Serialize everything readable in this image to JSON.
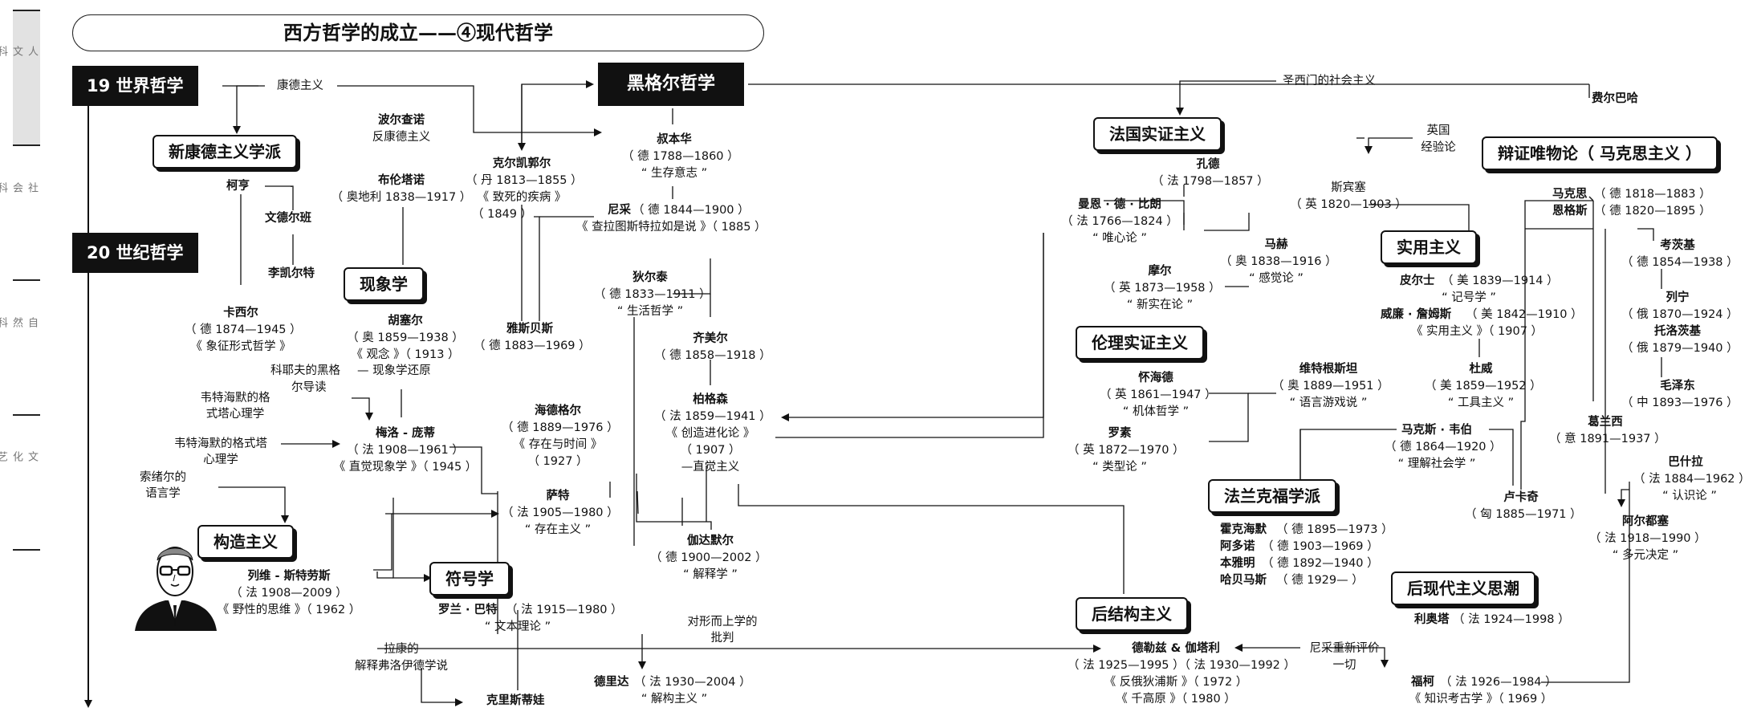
{
  "sidebar": [
    "人文科学",
    "社会科学",
    "自然科学",
    "文化艺术"
  ],
  "title": "西方哲学的成立——④现代哲学",
  "eras": {
    "c19": "19 世界哲学",
    "c20": "20 世纪哲学"
  },
  "hegel": "黑格尔哲学",
  "schools": {
    "neokant": "新康德主义学派",
    "phenom": "现象学",
    "structural": "构造主义",
    "semiotics": "符号学",
    "french_positivism": "法国实证主义",
    "ethical_positivism": "伦理实证主义",
    "pragmatism": "实用主义",
    "frankfurt": "法兰克福学派",
    "poststructural": "后结构主义",
    "postmodern": "后现代主义思潮",
    "dialectical": "辩证唯物论（ 马克思主义 ）"
  },
  "labels": {
    "kantism": "康德主义",
    "bolzano": "波尔查诺",
    "anti_kant": "反康德主义",
    "brentano": "布伦塔诺",
    "brentano_d": "（ 奥地利 1838—1917 ）",
    "cohen": "柯亨",
    "windelband": "文德尔班",
    "rickert": "李凯尔特",
    "cassirer": "卡西尔",
    "cassirer_d1": "（ 德 1874—1945 ）",
    "cassirer_d2": "《 象征形式哲学 》",
    "husserl": "胡塞尔",
    "husserl_d1": "（ 奥 1859—1938 ）",
    "husserl_d2": "《 观念 》（ 1913 ）",
    "koyre": "科耶夫的黑格",
    "koyre2": "尔导读",
    "phen_restore": "— 现象学还原",
    "gestalt1": "韦特海默的格",
    "gestalt1b": "式塔心理学",
    "gestalt2": "韦特海默的格式塔",
    "gestalt2b": "心理学",
    "merleau": "梅洛 - 庞蒂",
    "merleau_d1": "（ 法 1908—1961 ）",
    "merleau_d2": "《 直觉现象学 》（ 1945 ）",
    "saussure": "索绪尔的",
    "saussure2": "语言学",
    "levi": "列维 - 斯特劳斯",
    "levi_d1": "（ 法 1908—2009 ）",
    "levi_d2": "《 野性的思维 》（ 1962 ）",
    "barthes": "罗兰 · 巴特",
    "barthes_d1": "（ 法 1915—1980 ）",
    "barthes_d2": "“ 文本理论 ”",
    "lacan": "拉康的",
    "lacan2": "解释弗洛伊德学说",
    "kristeva": "克里斯蒂娃",
    "kierkegaard": "克尔凯郭尔",
    "kierkegaard_d1": "（ 丹 1813—1855 ）",
    "kierkegaard_d2": "《 致死的疾病 》",
    "kierkegaard_d3": "（ 1849 ）",
    "jaspers": "雅斯贝斯",
    "jaspers_d": "（ 德 1883—1969 ）",
    "schopenhauer": "叔本华",
    "schopenhauer_d1": "（ 德 1788—1860 ）",
    "schopenhauer_d2": "“ 生存意志 ”",
    "nietzsche": "尼采",
    "nietzsche_d1": "（ 德 1844—1900 ）",
    "nietzsche_d2": "《 查拉图斯特拉如是说 》（ 1885 ）",
    "dilthey": "狄尔泰",
    "dilthey_d1": "（ 德 1833—1911 ）",
    "dilthey_d2": "“ 生活哲学 ”",
    "simmel": "齐美尔",
    "simmel_d": "（ 德 1858—1918 ）",
    "bergson": "柏格森",
    "bergson_d1": "（ 法 1859—1941 ）",
    "bergson_d2": "《 创造进化论 》",
    "bergson_d3": "（ 1907 ）",
    "bergson_d4": "—直觉主义",
    "heidegger": "海德格尔",
    "heidegger_d1": "（ 德 1889—1976 ）",
    "heidegger_d2": "《 存在与时间 》",
    "heidegger_d3": "（ 1927 ）",
    "sartre": "萨特",
    "sartre_d1": "（ 法 1905—1980 ）",
    "sartre_d2": "“ 存在主义 ”",
    "gadamer": "伽达默尔",
    "gadamer_d1": "（ 德 1900—2002 ）",
    "gadamer_d2": "“ 解释学 ”",
    "anti_meta": "对形而上学的",
    "anti_meta2": "批判",
    "derrida": "德里达",
    "derrida_d1": "（ 法 1930—2004 ）",
    "derrida_d2": "“ 解构主义 ”",
    "saint_simon": "圣西门的社会主义",
    "feuerbach": "费尔巴哈",
    "comte": "孔德",
    "comte_d": "（ 法 1798—1857 ）",
    "maine": "曼恩 · 德 · 比朗",
    "maine_d1": "（ 法 1766—1824 ）",
    "maine_d2": "“ 唯心论 ”",
    "english": "英国",
    "english2": "经验论",
    "spencer": "斯宾塞",
    "spencer_d": "（ 英 1820—1903 ）",
    "mach": "马赫",
    "mach_d1": "（ 奥 1838—1916 ）",
    "mach_d2": "“ 感觉论 ”",
    "moore": "摩尔",
    "moore_d1": "（ 英 1873—1958 ）",
    "moore_d2": "“ 新实在论 ”",
    "whitehead": "怀海德",
    "whitehead_d1": "（ 英 1861—1947 ）",
    "whitehead_d2": "“ 机体哲学 ”",
    "wittgenstein": "维特根斯坦",
    "wittgenstein_d1": "（ 奥 1889—1951 ）",
    "wittgenstein_d2": "“ 语言游戏说 ”",
    "russell": "罗素",
    "russell_d1": "（ 英 1872—1970 ）",
    "russell_d2": "“ 类型论 ”",
    "peirce": "皮尔士",
    "peirce_d1": "（ 美 1839—1914 ）",
    "peirce_d2": "“ 记号学 ”",
    "james": "威廉 · 詹姆斯",
    "james_d1": "（ 美 1842—1910 ）",
    "james_d2": "《 实用主义 》（ 1907 ）",
    "dewey": "杜威",
    "dewey_d1": "（ 美 1859—1952 ）",
    "dewey_d2": "“ 工具主义 ”",
    "weber": "马克斯 · 韦伯",
    "weber_d1": "（ 德 1864—1920 ）",
    "weber_d2": "“ 理解社会学 ”",
    "horkheimer": "霍克海默",
    "horkheimer_d": "（ 德 1895—1973 ）",
    "adorno": "阿多诺",
    "adorno_d": "（ 德 1903—1969 ）",
    "benjamin": "本雅明",
    "benjamin_d": "（ 德 1892—1940 ）",
    "habermas": "哈贝马斯",
    "habermas_d": "（ 德 1929— ）",
    "deleuze": "德勒兹 & 伽塔利",
    "deleuze_d1": "（ 法 1925—1995 ）（ 法 1930—1992 ）",
    "deleuze_d2": "《 反俄狄浦斯 》（ 1972 ）",
    "deleuze_d3": "《 千高原 》（ 1980 ）",
    "nietzsche_re": "尼采重新评价",
    "nietzsche_re2": "一切",
    "foucault": "福柯",
    "foucault_d1": "（ 法 1926—1984 ）",
    "foucault_d2": "《 知识考古学 》（ 1969 ）",
    "lyotard": "利奥塔",
    "lyotard_d": "（ 法 1924—1998 ）",
    "marx": "马克思",
    "marx_d": "（ 德 1818—1883 ）",
    "engels": "恩格斯",
    "engels_d": "（ 德 1820—1895 ）",
    "kautsky": "考茨基",
    "kautsky_d": "（ 德 1854—1938 ）",
    "lenin": "列宁",
    "lenin_d": "（ 俄 1870—1924 ）",
    "trotsky": "托洛茨基",
    "trotsky_d": "（ 俄 1879—1940 ）",
    "mao": "毛泽东",
    "mao_d": "（ 中 1893—1976 ）",
    "gramsci": "葛兰西",
    "gramsci_d": "（ 意 1891—1937 ）",
    "bachelard": "巴什拉",
    "bachelard_d1": "（ 法 1884—1962 ）",
    "bachelard_d2": "“ 认识论 ”",
    "lukacs": "卢卡奇",
    "lukacs_d": "（ 匈 1885—1971 ）",
    "althusser": "阿尔都塞",
    "althusser_d1": "（ 法 1918—1990 ）",
    "althusser_d2": "“ 多元决定 ”"
  }
}
